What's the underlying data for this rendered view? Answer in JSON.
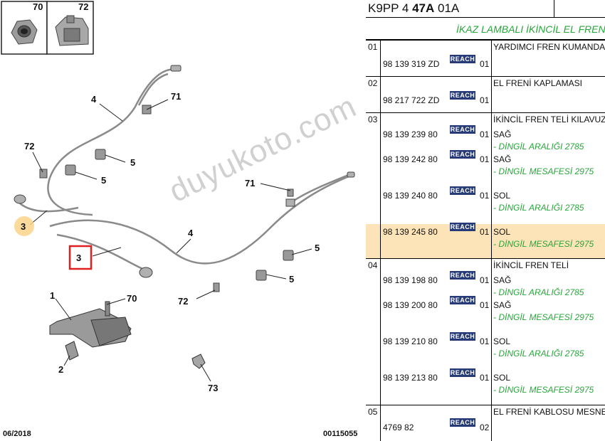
{
  "diagram": {
    "callouts": [
      "70",
      "72",
      "4",
      "71",
      "72",
      "5",
      "5",
      "3",
      "3",
      "71",
      "4",
      "5",
      "5",
      "72",
      "1",
      "70",
      "2",
      "73"
    ],
    "footer_left": "06/2018",
    "footer_right": "00115055"
  },
  "watermark": "duyukoto.com",
  "table": {
    "code_prefix": "K9PP 4 ",
    "code_bold": "47A",
    "code_suffix": " 01A",
    "title": "İKAZ LAMBALI İKİNCİL EL FRENİ",
    "badge": "REACH",
    "sections": [
      {
        "num": "01",
        "desc": "YARDIMCI FREN KUMANDASI",
        "rows": [
          {
            "part": "98 139 319 ZD",
            "qty": "01",
            "desc": "",
            "note": ""
          }
        ]
      },
      {
        "num": "02",
        "desc": "EL FRENİ KAPLAMASI",
        "rows": [
          {
            "part": "98 217 722 ZD",
            "qty": "01",
            "desc": "",
            "note": ""
          }
        ]
      },
      {
        "num": "03",
        "desc": "İKİNCİL FREN TELİ KILAVUZU",
        "rows": [
          {
            "part": "98 139 239 80",
            "qty": "01",
            "desc": "SAĞ",
            "note": "- DİNGİL ARALIĞI 2785"
          },
          {
            "part": "98 139 242 80",
            "qty": "01",
            "desc": "SAĞ",
            "note": "- DİNGİL MESAFESİ 2975"
          },
          {
            "part": "98 139 240 80",
            "qty": "01",
            "desc": "SOL",
            "note": "- DİNGİL ARALIĞI 2785"
          },
          {
            "part": "98 139 245 80",
            "qty": "01",
            "desc": "SOL",
            "note": "- DİNGİL MESAFESİ 2975"
          }
        ]
      },
      {
        "num": "04",
        "desc": "İKİNCİL FREN TELİ",
        "rows": [
          {
            "part": "98 139 198 80",
            "qty": "01",
            "desc": "SAĞ",
            "note": "- DİNGİL ARALIĞI 2785"
          },
          {
            "part": "98 139 200 80",
            "qty": "01",
            "desc": "SAĞ",
            "note": "- DİNGİL MESAFESİ 2975"
          },
          {
            "part": "98 139 210 80",
            "qty": "01",
            "desc": "SOL",
            "note": "- DİNGİL ARALIĞI 2785"
          },
          {
            "part": "98 139 213 80",
            "qty": "01",
            "desc": "SOL",
            "note": "- DİNGİL MESAFESİ 2975"
          }
        ]
      },
      {
        "num": "05",
        "desc": "EL FRENİ KABLOSU MESNEDİ",
        "rows": [
          {
            "part": "4769 82",
            "qty": "02",
            "desc": "",
            "note": ""
          }
        ]
      }
    ]
  }
}
